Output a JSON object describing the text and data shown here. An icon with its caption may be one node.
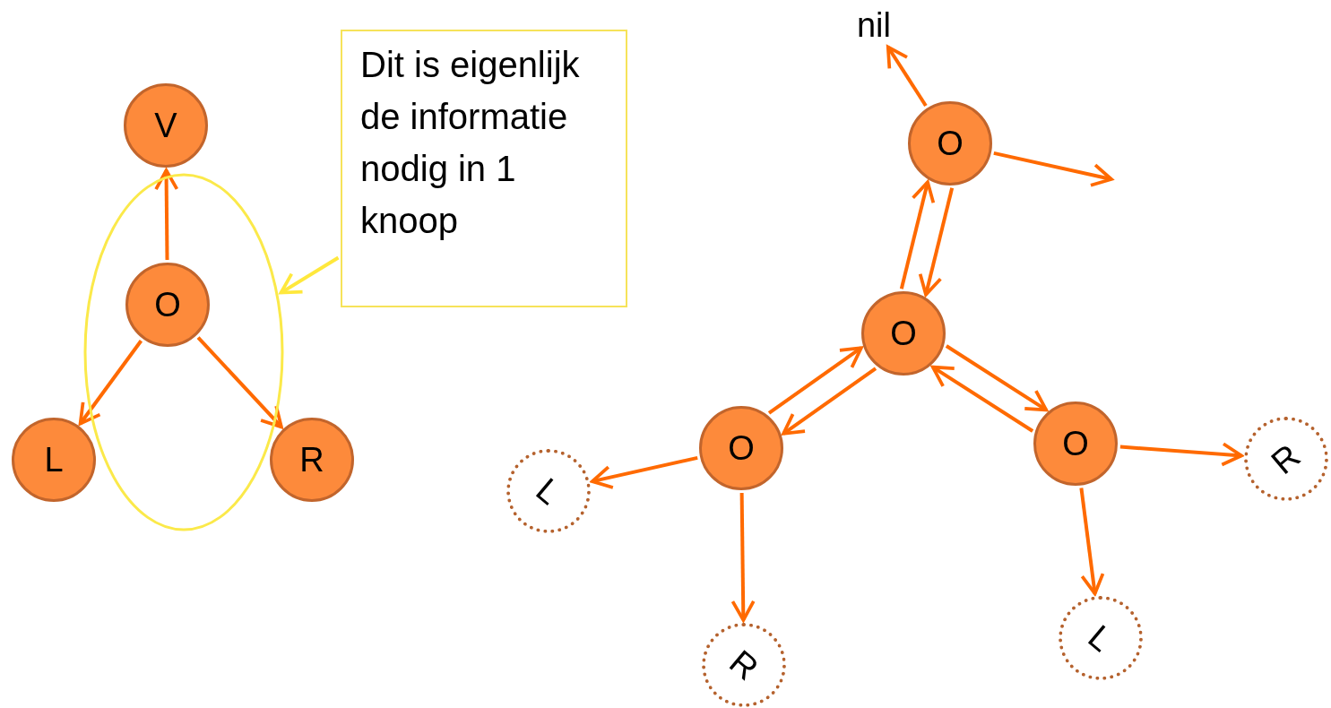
{
  "diagram": {
    "nodes": [
      {
        "text": [
          "V"
        ]
      },
      {
        "text": [],
        "shape": "ellipse"
      },
      {
        "text": [
          "O"
        ],
        "in": 1
      },
      {
        "text": [
          "L"
        ]
      },
      {
        "text": [
          "R"
        ]
      },
      {
        "text": [
          "Dit is eigenlijk de informatie nodig in 1 knoop"
        ]
      },
      {
        "text": [
          "nil"
        ]
      },
      {
        "text": [
          "O"
        ]
      },
      {
        "text": [
          "O"
        ]
      },
      {
        "text": [
          "O"
        ]
      },
      {
        "text": [
          "O"
        ]
      },
      {
        "text": [
          "L"
        ]
      },
      {
        "text": [
          "R"
        ]
      },
      {
        "text": [
          "L"
        ]
      },
      {
        "text": [
          "R"
        ]
      }
    ],
    "edges": [
      {
        "from": 2,
        "to": 0,
        "arrow": "to"
      },
      {
        "from": 2,
        "to": 3,
        "arrow": "to"
      },
      {
        "from": 2,
        "to": 4,
        "arrow": "to"
      },
      {
        "from": 5,
        "to": 1,
        "arrow": "to",
        "color": "#ffe83c"
      },
      {
        "from": 7,
        "to": 6,
        "arrow": "to"
      },
      {
        "from": 7,
        "to": null,
        "arrow": "to"
      },
      {
        "from": 8,
        "to": 7,
        "arrow": "to"
      },
      {
        "from": 7,
        "to": 8,
        "arrow": "to"
      },
      {
        "from": 9,
        "to": 8,
        "arrow": "to"
      },
      {
        "from": 8,
        "to": 9,
        "arrow": "to"
      },
      {
        "from": 10,
        "to": 8,
        "arrow": "to"
      },
      {
        "from": 8,
        "to": 10,
        "arrow": "to"
      },
      {
        "from": 9,
        "to": 11,
        "arrow": "to"
      },
      {
        "from": 9,
        "to": 12,
        "arrow": "to"
      },
      {
        "from": 10,
        "to": 14,
        "arrow": "to"
      },
      {
        "from": 10,
        "to": 13,
        "arrow": "to"
      }
    ]
  }
}
